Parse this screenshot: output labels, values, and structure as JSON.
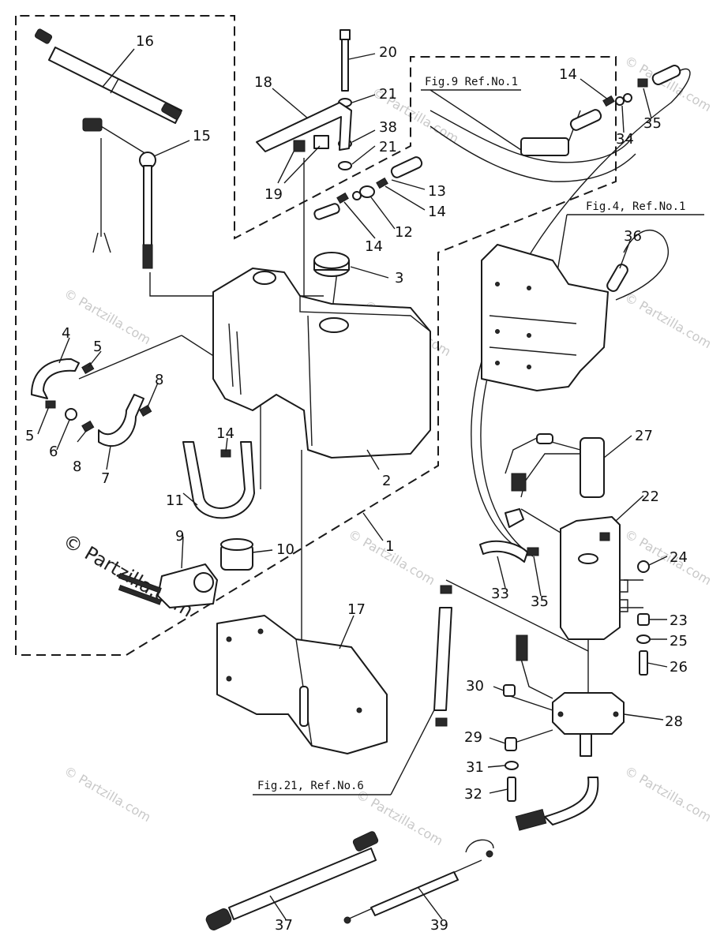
{
  "watermark": {
    "text": "© Partzilla.com"
  },
  "refs": {
    "fig9": "Fig.9 Ref.No.1",
    "fig4": "Fig.4, Ref.No.1",
    "fig21": "Fig.21, Ref.No.6"
  },
  "callouts": {
    "c1": "1",
    "c2": "2",
    "c3": "3",
    "c4": "4",
    "c5a": "5",
    "c5b": "5",
    "c6": "6",
    "c7": "7",
    "c8a": "8",
    "c8b": "8",
    "c9": "9",
    "c10": "10",
    "c11": "11",
    "c12": "12",
    "c13": "13",
    "c14a": "14",
    "c14b": "14",
    "c14c": "14",
    "c14d": "14",
    "c15": "15",
    "c16": "16",
    "c17": "17",
    "c18": "18",
    "c19": "19",
    "c20": "20",
    "c21a": "21",
    "c21b": "21",
    "c22": "22",
    "c23": "23",
    "c24": "24",
    "c25": "25",
    "c26": "26",
    "c27": "27",
    "c28": "28",
    "c29": "29",
    "c30": "30",
    "c31": "31",
    "c32": "32",
    "c33": "33",
    "c34": "34",
    "c35a": "35",
    "c35b": "35",
    "c36": "36",
    "c37": "37",
    "c38": "38",
    "c39": "39"
  }
}
